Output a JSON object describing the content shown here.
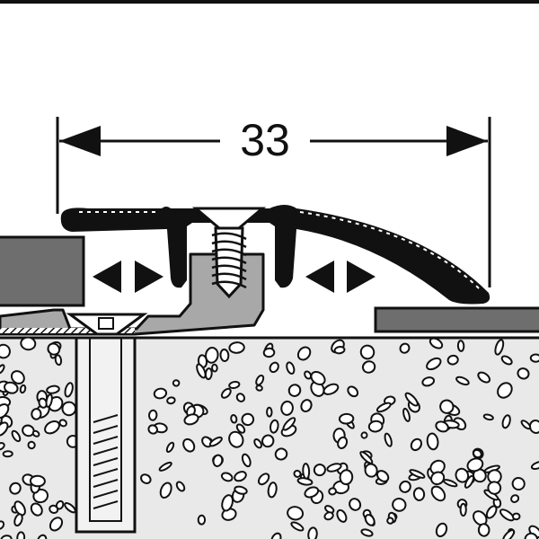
{
  "dimension": {
    "value": "33"
  },
  "colors": {
    "outline": "#111111",
    "floor_covering": "#6e6e6e",
    "metal_profile": "#a8a8a8",
    "concrete": "#e9e9e9",
    "background": "#ffffff"
  },
  "components": [
    "top-profile",
    "base-profile",
    "countersunk-screw",
    "wall-plug",
    "left-floor-covering",
    "right-floor-covering",
    "concrete-subfloor"
  ],
  "symbols": [
    "dimension-arrows",
    "adjustment-arrows-left",
    "adjustment-arrows-right"
  ]
}
